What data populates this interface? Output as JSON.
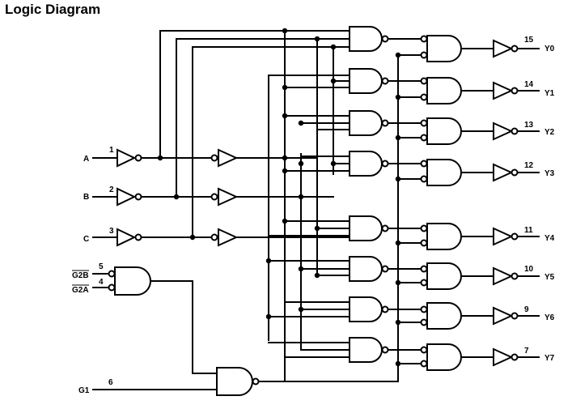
{
  "title": "Logic Diagram",
  "inputs": {
    "a": {
      "label": "A",
      "pin": "1"
    },
    "b": {
      "label": "B",
      "pin": "2"
    },
    "c": {
      "label": "C",
      "pin": "3"
    },
    "g2b": {
      "label": "G2B",
      "pin": "5"
    },
    "g2a": {
      "label": "G2A",
      "pin": "4"
    },
    "g1": {
      "label": "G1",
      "pin": "6"
    }
  },
  "outputs": [
    {
      "label": "Y0",
      "pin": "15"
    },
    {
      "label": "Y1",
      "pin": "14"
    },
    {
      "label": "Y2",
      "pin": "13"
    },
    {
      "label": "Y3",
      "pin": "12"
    },
    {
      "label": "Y4",
      "pin": "11"
    },
    {
      "label": "Y5",
      "pin": "10"
    },
    {
      "label": "Y6",
      "pin": "9"
    },
    {
      "label": "Y7",
      "pin": "7"
    }
  ]
}
